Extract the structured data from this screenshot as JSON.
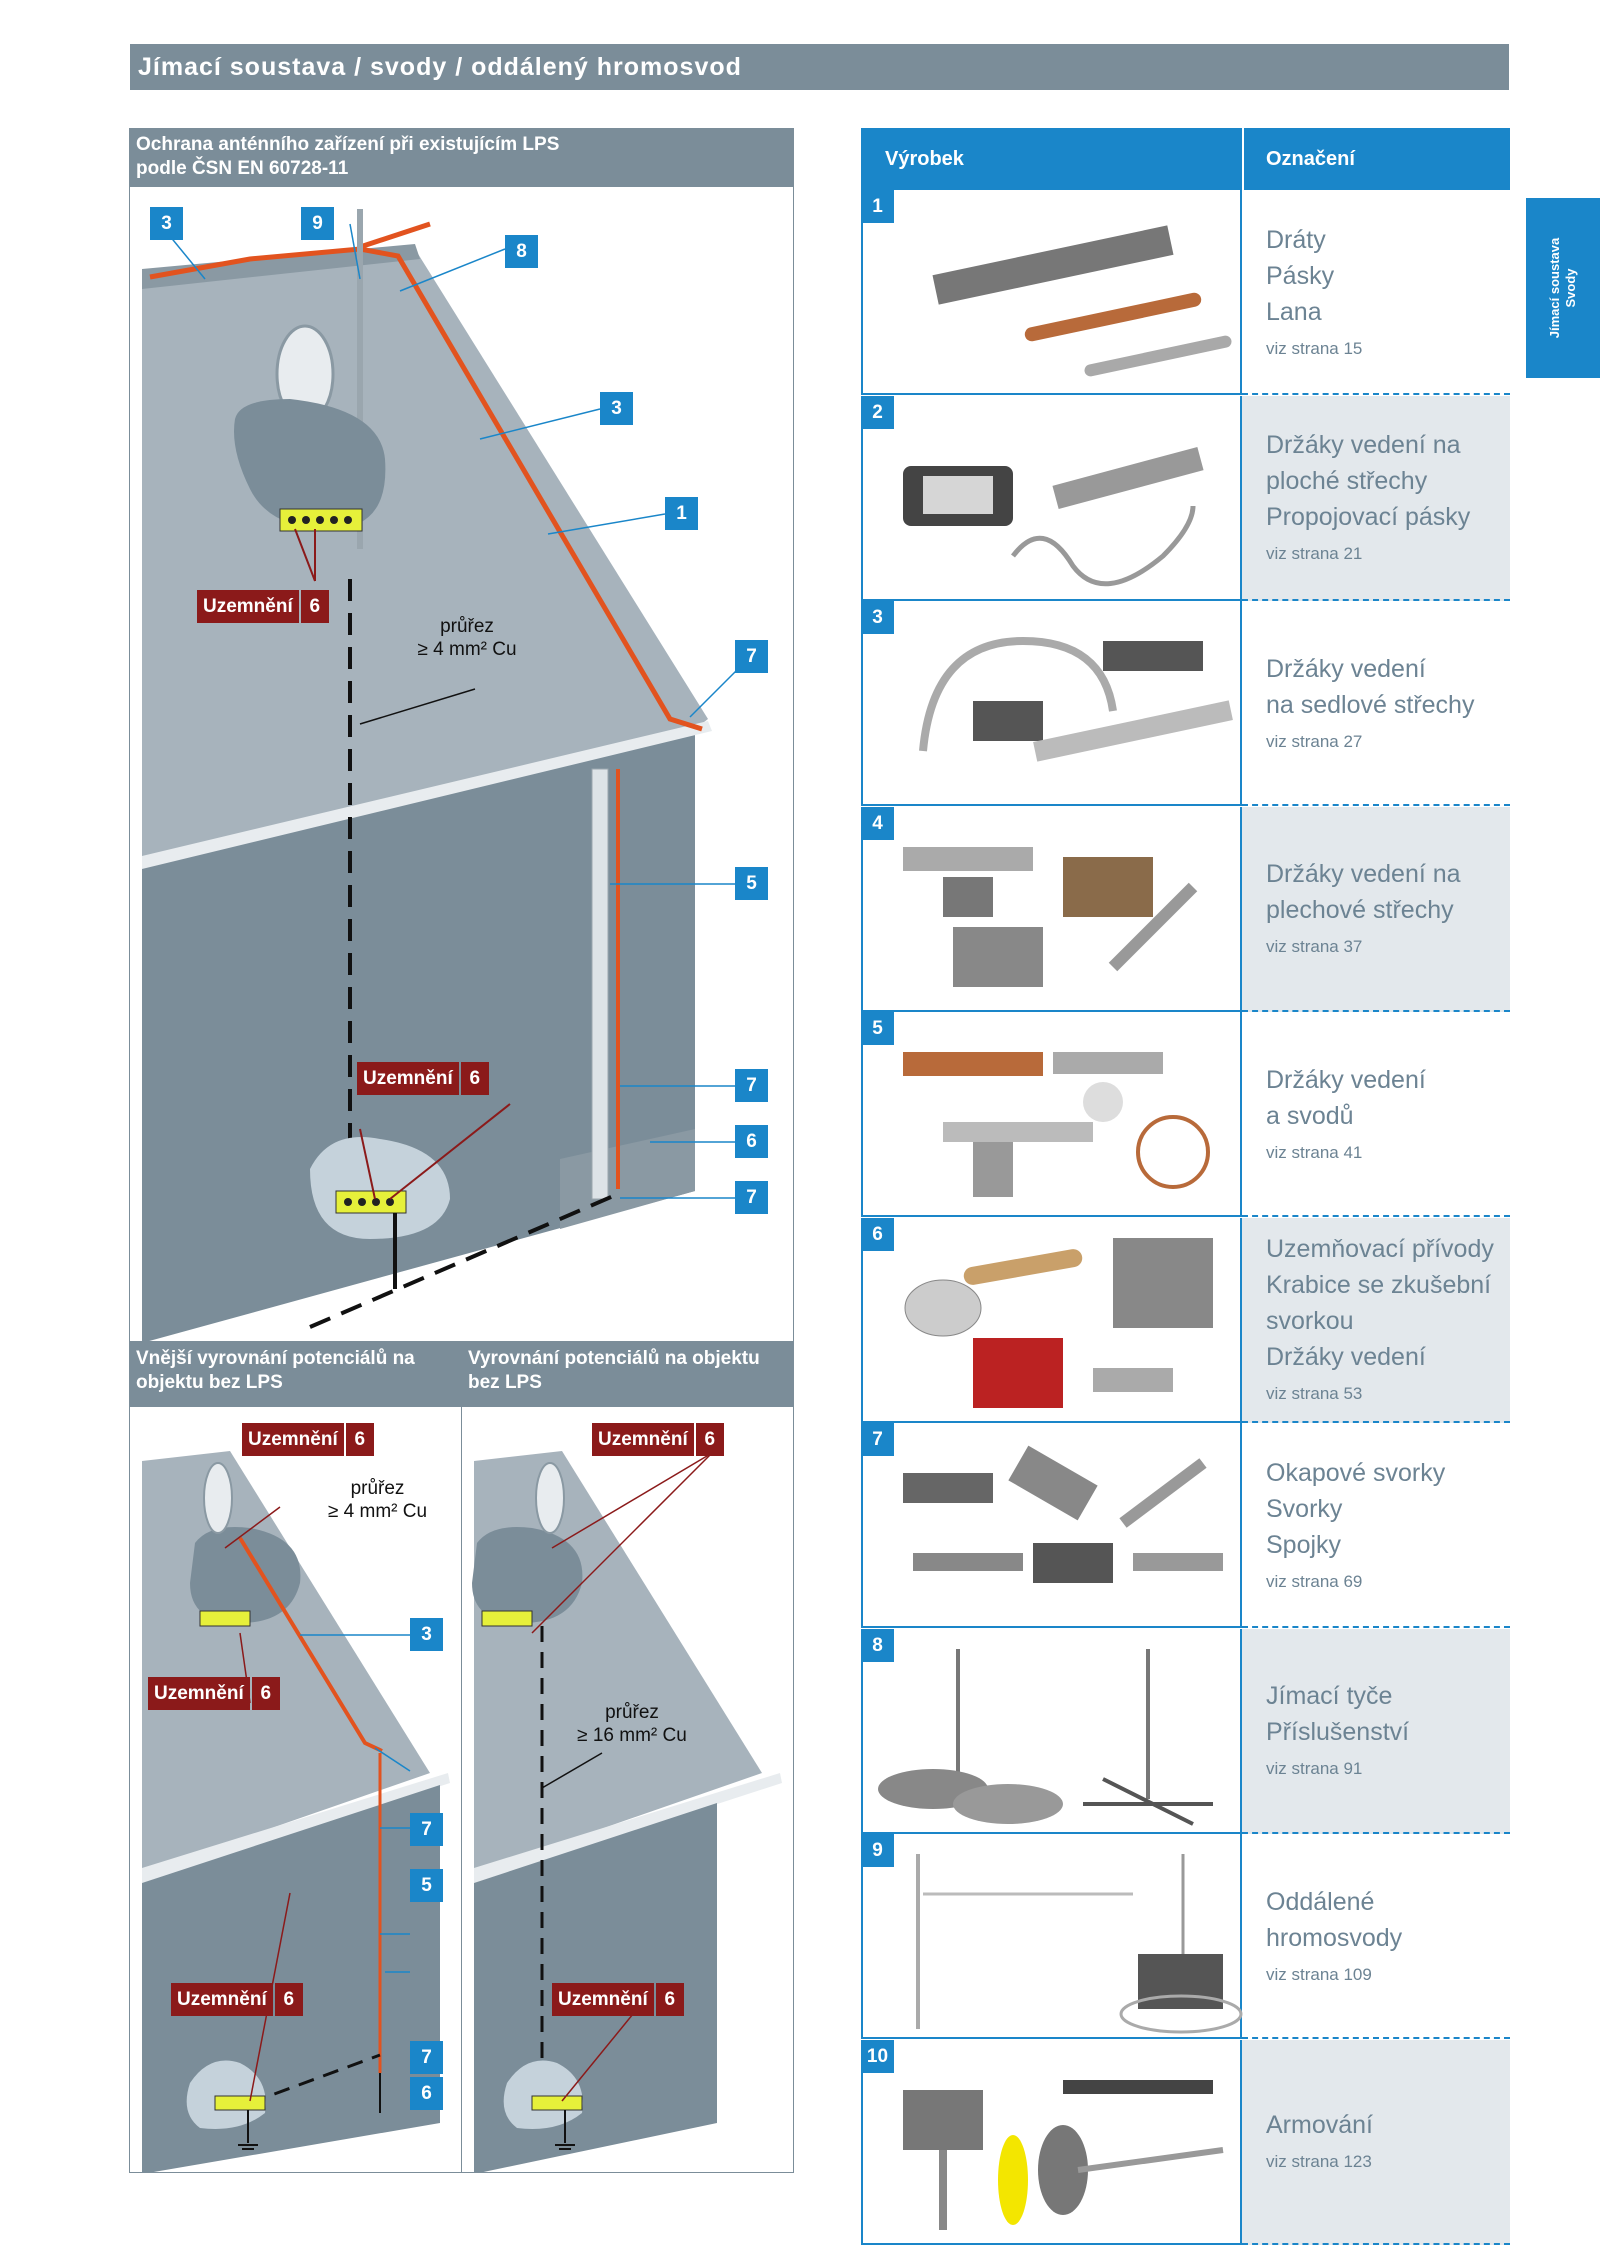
{
  "header": {
    "title": "Jímací soustava / svody / oddálený hromosvod"
  },
  "side_tab": {
    "line1": "Jímací soustava",
    "line2": "Svody"
  },
  "colors": {
    "accent_blue": "#1a86c9",
    "header_gray": "#7b8d99",
    "ground_red": "#8b1a1a",
    "conductor_orange": "#e2531f"
  },
  "diagram_main": {
    "title_line1": "Ochrana anténního zařízení při existujícím LPS",
    "title_line2": "podle ČSN EN 60728-11",
    "callouts": [
      "3",
      "9",
      "8",
      "3",
      "1",
      "7",
      "5",
      "7",
      "6",
      "7"
    ],
    "ground_labels": [
      {
        "text": "Uzemnění",
        "num": "6"
      },
      {
        "text": "Uzemnění",
        "num": "6"
      }
    ],
    "cross_section": {
      "line1": "průřez",
      "line2": "≥ 4 mm² Cu"
    }
  },
  "diagram_left": {
    "title_line1": "Vnější vyrovnání potenciálů na",
    "title_line2": "objektu bez LPS",
    "callouts": [
      "3",
      "7",
      "5",
      "7",
      "6"
    ],
    "ground_labels": [
      {
        "text": "Uzemnění",
        "num": "6"
      },
      {
        "text": "Uzemnění",
        "num": "6"
      },
      {
        "text": "Uzemnění",
        "num": "6"
      }
    ],
    "cross_section": {
      "line1": "průřez",
      "line2": "≥ 4 mm² Cu"
    }
  },
  "diagram_right": {
    "title_line1": "Vyrovnání potenciálů na objektu",
    "title_line2": "bez LPS",
    "ground_labels": [
      {
        "text": "Uzemnění",
        "num": "6"
      },
      {
        "text": "Uzemnění",
        "num": "6"
      }
    ],
    "cross_section": {
      "line1": "průřez",
      "line2": "≥ 16 mm² Cu"
    }
  },
  "table": {
    "col_product": "Výrobek",
    "col_name": "Označení",
    "rows": [
      {
        "num": "1",
        "lines": [
          "Dráty",
          "Pásky",
          "Lana"
        ],
        "page": "viz strana 15"
      },
      {
        "num": "2",
        "lines": [
          "Držáky vedení na",
          "ploché střechy",
          "Propojovací pásky"
        ],
        "page": "viz strana 21"
      },
      {
        "num": "3",
        "lines": [
          "Držáky vedení",
          "na sedlové střechy"
        ],
        "page": "viz strana 27"
      },
      {
        "num": "4",
        "lines": [
          "Držáky vedení na",
          "plechové střechy"
        ],
        "page": "viz strana 37"
      },
      {
        "num": "5",
        "lines": [
          "Držáky vedení",
          "a svodů"
        ],
        "page": "viz strana 41"
      },
      {
        "num": "6",
        "lines": [
          "Uzemňovací přívody",
          "Krabice se zkušební",
          "svorkou",
          "Držáky vedení"
        ],
        "page": "viz strana 53"
      },
      {
        "num": "7",
        "lines": [
          "Okapové svorky",
          "Svorky",
          "Spojky"
        ],
        "page": "viz strana 69"
      },
      {
        "num": "8",
        "lines": [
          "Jímací tyče",
          "Příslušenství"
        ],
        "page": "viz strana 91"
      },
      {
        "num": "9",
        "lines": [
          "Oddálené hromosvody"
        ],
        "page": "viz strana 109"
      },
      {
        "num": "10",
        "lines": [
          "Armování"
        ],
        "page": "viz strana 123"
      }
    ]
  }
}
